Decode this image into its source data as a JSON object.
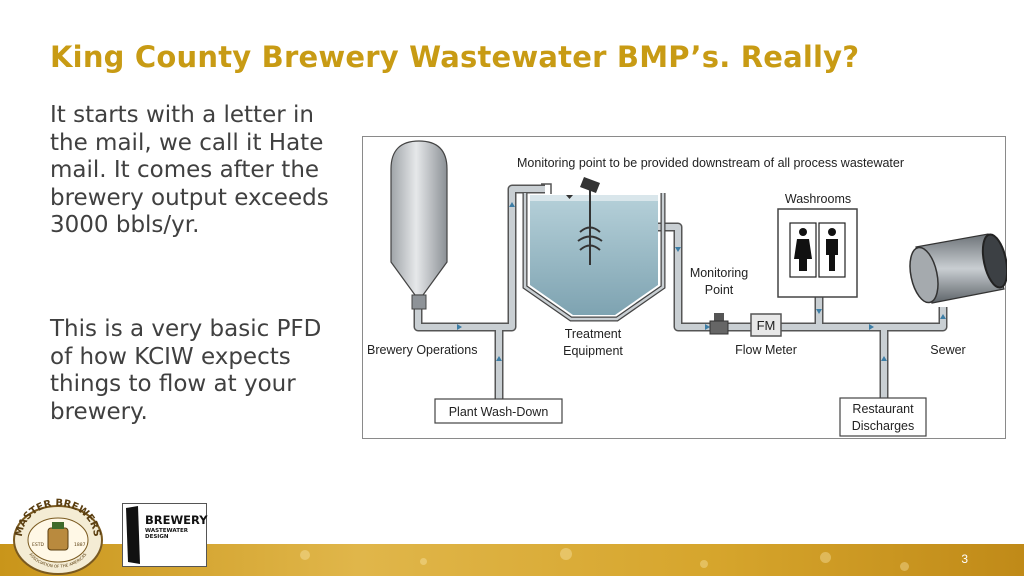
{
  "slide": {
    "title": "King County Brewery Wastewater BMP’s.  Really?",
    "paragraph1": "It starts with a letter in the mail, we call it Hate mail.  It comes after the brewery output exceeds 3000 bbls/yr.",
    "paragraph2": "This is a very basic PFD of how KCIW expects things to flow at your brewery.",
    "page_number": "3"
  },
  "diagram": {
    "header": "Monitoring point to be provided downstream of all process wastewater",
    "brewery_operations": "Brewery Operations",
    "treatment_line1": "Treatment",
    "treatment_line2": "Equipment",
    "monitoring_line1": "Monitoring",
    "monitoring_line2": "Point",
    "fm": "FM",
    "flow_meter": "Flow Meter",
    "washrooms": "Washrooms",
    "sewer": "Sewer",
    "plant_washdown": "Plant Wash-Down",
    "restaurant_line1": "Restaurant",
    "restaurant_line2": "Discharges"
  },
  "logos": {
    "master_brewers_top": "MASTER BREWERS",
    "master_brewers_estd": "ESTD",
    "master_brewers_year": "1887",
    "master_brewers_bottom": "ASSOCIATION OF THE AMERICAS",
    "brewery_logo_line1": "BREWERY",
    "brewery_logo_line2": "WASTEWATER DESIGN"
  },
  "colors": {
    "title": "#c89b14",
    "body_text": "#404040",
    "pipe": "#c9cfd3",
    "water": "#9dbdc8",
    "footer_gold": "#d6a52c"
  }
}
